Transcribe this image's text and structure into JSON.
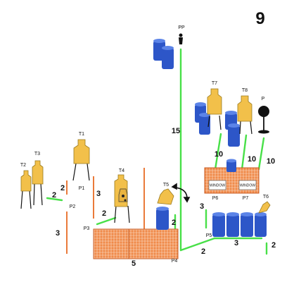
{
  "stage_number": "9",
  "colors": {
    "target": "#f2c04a",
    "target_stroke": "#9a7a1d",
    "barrel": "#2d56c8",
    "barrel_top": "#5c84e8",
    "fault_line": "#48e048",
    "barrier": "#ea7a3a",
    "wall_fill": "#f08a4a",
    "wall_mesh": "#fbe0cc",
    "post": "#111111"
  },
  "targets": [
    "T1",
    "T2",
    "T3",
    "T4",
    "T5",
    "T6",
    "T7",
    "T8"
  ],
  "popper": "P",
  "positions": [
    "P1",
    "P2",
    "P3",
    "P4",
    "P5",
    "P6",
    "P7",
    "PP"
  ],
  "windows": [
    "WINDOW",
    "WINDOW"
  ],
  "distances": [
    "2",
    "2",
    "3",
    "3",
    "2",
    "5",
    "2",
    "2",
    "3",
    "3",
    "2",
    "15",
    "10",
    "10",
    "10"
  ]
}
